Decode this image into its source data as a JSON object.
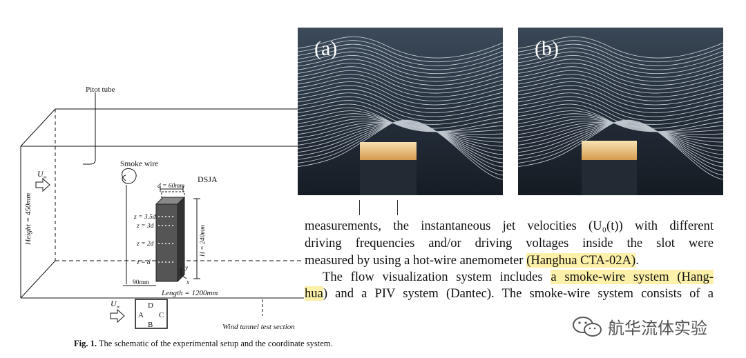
{
  "figure": {
    "caption_label": "Fig. 1.",
    "caption_text": "The schematic of the experimental setup and the coordinate system.",
    "schematic": {
      "pitot_tube": "Pitot tube",
      "smoke_wire": "Smoke wire",
      "dsja": "DSJA",
      "width_label": "d = 60mm",
      "height_total": "Height = 450mm",
      "jet_height": "H = 240mm",
      "length": "Length = 1200mm",
      "offset": "90mm",
      "z_levels": [
        "z = 3.5d",
        "z = 3d",
        "z = 2d",
        "z = d"
      ],
      "freestream_symbol": "U",
      "freestream_sub": "∞",
      "axis_y": "y",
      "axis_x": "x",
      "faces": [
        "D",
        "A",
        "C",
        "B"
      ],
      "section_label": "Wind tunnel test section"
    },
    "photo_a_label": "(a)",
    "photo_b_label": "(b)"
  },
  "body_text": {
    "line1": "measurements, the instantaneous jet velocities (U₀(t)) with different",
    "line2": "driving frequencies and/or driving voltages inside the slot were",
    "line3_before": "measured by using a hot-wire anemometer ",
    "line3_highlight": "(Hanghua CTA-02A)",
    "line3_after": ".",
    "line4_before": "The flow visualization system includes ",
    "line4_highlight": "a smoke-wire system (Hang-",
    "line5_highlight": "hua",
    "line5_after": ") and a PIV system (Dantec). The smoke-wire system consists of a"
  },
  "watermark": {
    "icon": "wechat-icon",
    "text": "航华流体实验"
  }
}
